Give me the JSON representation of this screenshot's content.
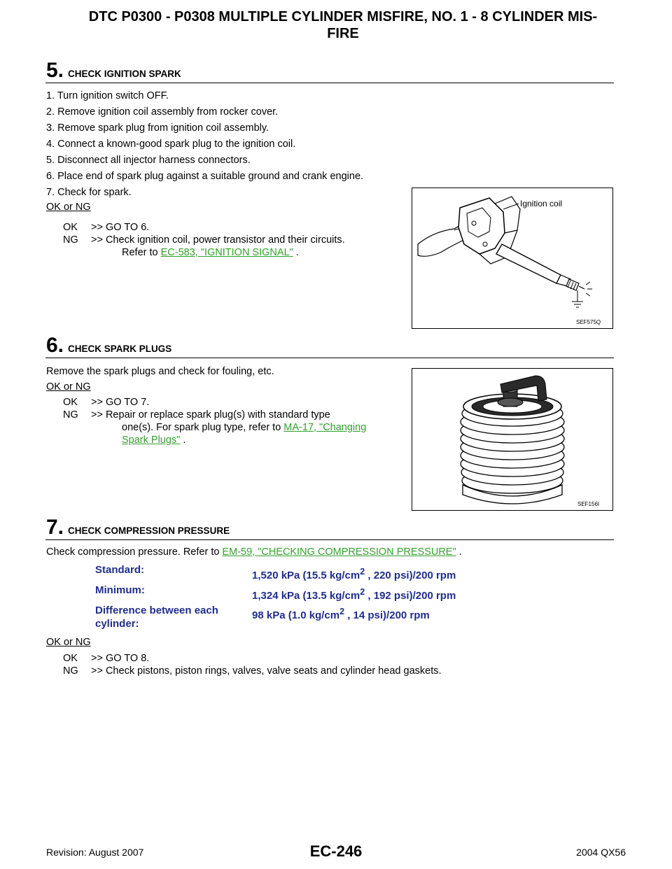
{
  "header": {
    "title_line1": "DTC P0300 - P0308 MULTIPLE CYLINDER MISFIRE, NO. 1 - 8 CYLINDER MIS-",
    "title_line2": "FIRE"
  },
  "section5": {
    "num": "5.",
    "heading": "CHECK IGNITION SPARK",
    "steps": [
      "1.   Turn ignition switch OFF.",
      "2.   Remove ignition coil assembly from rocker cover.",
      "3.   Remove spark plug from ignition coil assembly.",
      "4.   Connect a known-good spark plug to the ignition coil.",
      "5.   Disconnect all injector harness connectors.",
      "6.   Place end of spark plug against a suitable ground and crank engine.",
      "7.   Check for spark."
    ],
    "okng": "OK or NG",
    "ok_label": "OK",
    "ok_text": ">> GO TO 6.",
    "ng_label": "NG",
    "ng_text": ">>  Check ignition coil, power transistor and their circuits.",
    "ng_refer": "Refer to ",
    "ng_link": "EC-583, \"IGNITION SIGNAL\"",
    "ng_tail": " .",
    "fig_label": "Ignition coil",
    "fig_caption": "SEF575Q"
  },
  "section6": {
    "num": "6.",
    "heading": "CHECK SPARK PLUGS",
    "text": "Remove the spark plugs and check for fouling, etc.",
    "okng": "OK or NG",
    "ok_label": "OK",
    "ok_text": ">> GO TO 7.",
    "ng_label": "NG",
    "ng_text": ">> Repair  or  replace  spark  plug(s)  with  standard  type",
    "ng_line2": "one(s).  For  spark  plug  type,  refer  to ",
    "ng_link1": "MA-17, \"Changing",
    "ng_link2": "Spark Plugs\"",
    "ng_tail": " .",
    "fig_caption": "SEF156I"
  },
  "section7": {
    "num": "7.",
    "heading": "CHECK COMPRESSION PRESSURE",
    "text": "Check compression pressure. Refer to ",
    "link": "EM-59, \"CHECKING COMPRESSION PRESSURE\"",
    "tail": " .",
    "specs": [
      {
        "label": "Standard:",
        "value_pre": "1,520 kPa (15.5 kg/cm",
        "sup": "2",
        "value_post": "  , 220 psi)/200 rpm"
      },
      {
        "label": "Minimum:",
        "value_pre": "1,324 kPa (13.5 kg/cm",
        "sup": "2",
        "value_post": "  , 192 psi)/200 rpm"
      },
      {
        "label": "Difference between each",
        "label2": "cylinder:",
        "value_pre": "98 kPa (1.0 kg/cm",
        "sup": "2",
        "value_post": "  , 14 psi)/200 rpm"
      }
    ],
    "okng": "OK or NG",
    "ok_label": "OK",
    "ok_text": ">> GO TO 8.",
    "ng_label": "NG",
    "ng_text": ">> Check pistons, piston rings, valves, valve seats and cylinder head gaskets."
  },
  "footer": {
    "revision": "Revision: August 2007",
    "page": "EC-246",
    "model": "2004 QX56"
  }
}
